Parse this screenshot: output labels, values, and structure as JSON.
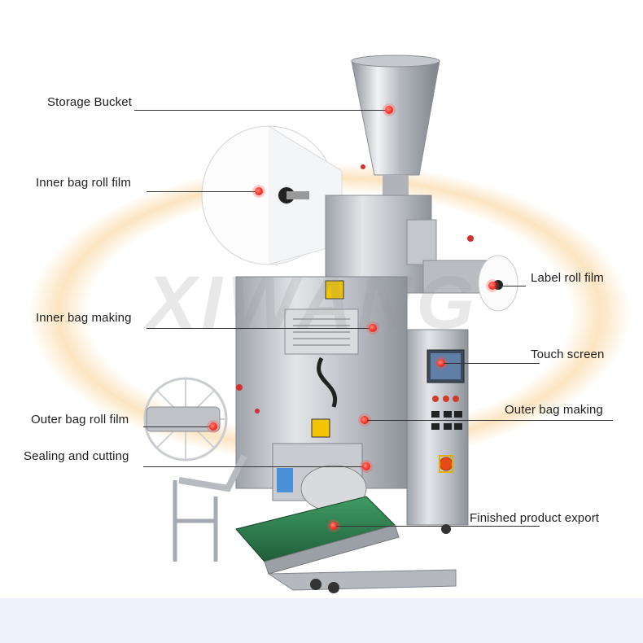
{
  "watermark": "XIWANG",
  "callouts": {
    "storage_bucket": "Storage Bucket",
    "inner_bag_roll_film": "Inner bag roll film",
    "inner_bag_making": "Inner bag making",
    "outer_bag_roll_film": "Outer bag roll film",
    "sealing_and_cutting": "Sealing and cutting",
    "label_roll_film": "Label roll film",
    "touch_screen": "Touch screen",
    "outer_bag_making": "Outer bag making",
    "finished_product_export": "Finished product export"
  },
  "colors": {
    "marker": "#ff3b30",
    "conveyor_belt": "#2e7d4f",
    "steel": "#c9ccd1",
    "glow": "#f6b24a"
  }
}
